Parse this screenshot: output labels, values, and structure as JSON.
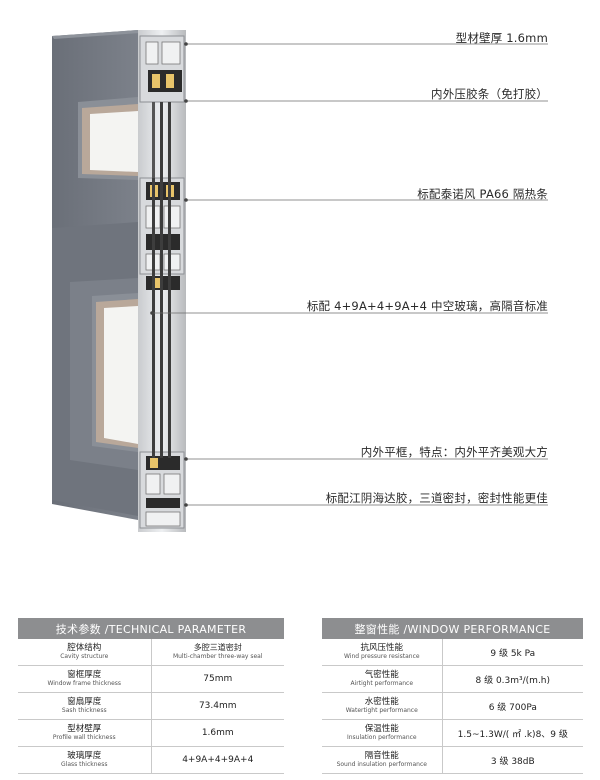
{
  "callouts": [
    "型材壁厚 1.6mm",
    "内外压胶条（免打胶）",
    "标配泰诺风 PA66 隔热条",
    "标配 4+9A+4+9A+4 中空玻璃，高隔音标准",
    "内外平框，特点：内外平齐美观大方",
    "标配江阴海达胶，三道密封，密封性能更佳"
  ],
  "technical": {
    "title": "技术参数 /TECHNICAL PARAMETER",
    "rows": [
      {
        "zh": "腔体结构",
        "en": "Cavity structure",
        "value_zh": "多腔三道密封",
        "value_en": "Multi-chamber three-way seal"
      },
      {
        "zh": "窗框厚度",
        "en": "Window frame thickness",
        "value": "75mm"
      },
      {
        "zh": "窗扇厚度",
        "en": "Sash thickness",
        "value": "73.4mm"
      },
      {
        "zh": "型材壁厚",
        "en": "Profile wall thickness",
        "value": "1.6mm"
      },
      {
        "zh": "玻璃厚度",
        "en": "Glass thickness",
        "value": "4+9A+4+9A+4"
      }
    ]
  },
  "performance": {
    "title": "整窗性能 /WINDOW PERFORMANCE",
    "rows": [
      {
        "zh": "抗风压性能",
        "en": "Wind pressure resistance",
        "value": "9 级 5k Pa"
      },
      {
        "zh": "气密性能",
        "en": "Airtight performance",
        "value": "8 级 0.3m³/(m.h)"
      },
      {
        "zh": "水密性能",
        "en": "Watertight performance",
        "value": "6 级 700Pa"
      },
      {
        "zh": "保温性能",
        "en": "Insulation performance",
        "value": "1.5~1.3W/( ㎡ .k)8、9 级"
      },
      {
        "zh": "隔音性能",
        "en": "Sound insulation performance",
        "value": "3 级 38dB"
      }
    ]
  }
}
